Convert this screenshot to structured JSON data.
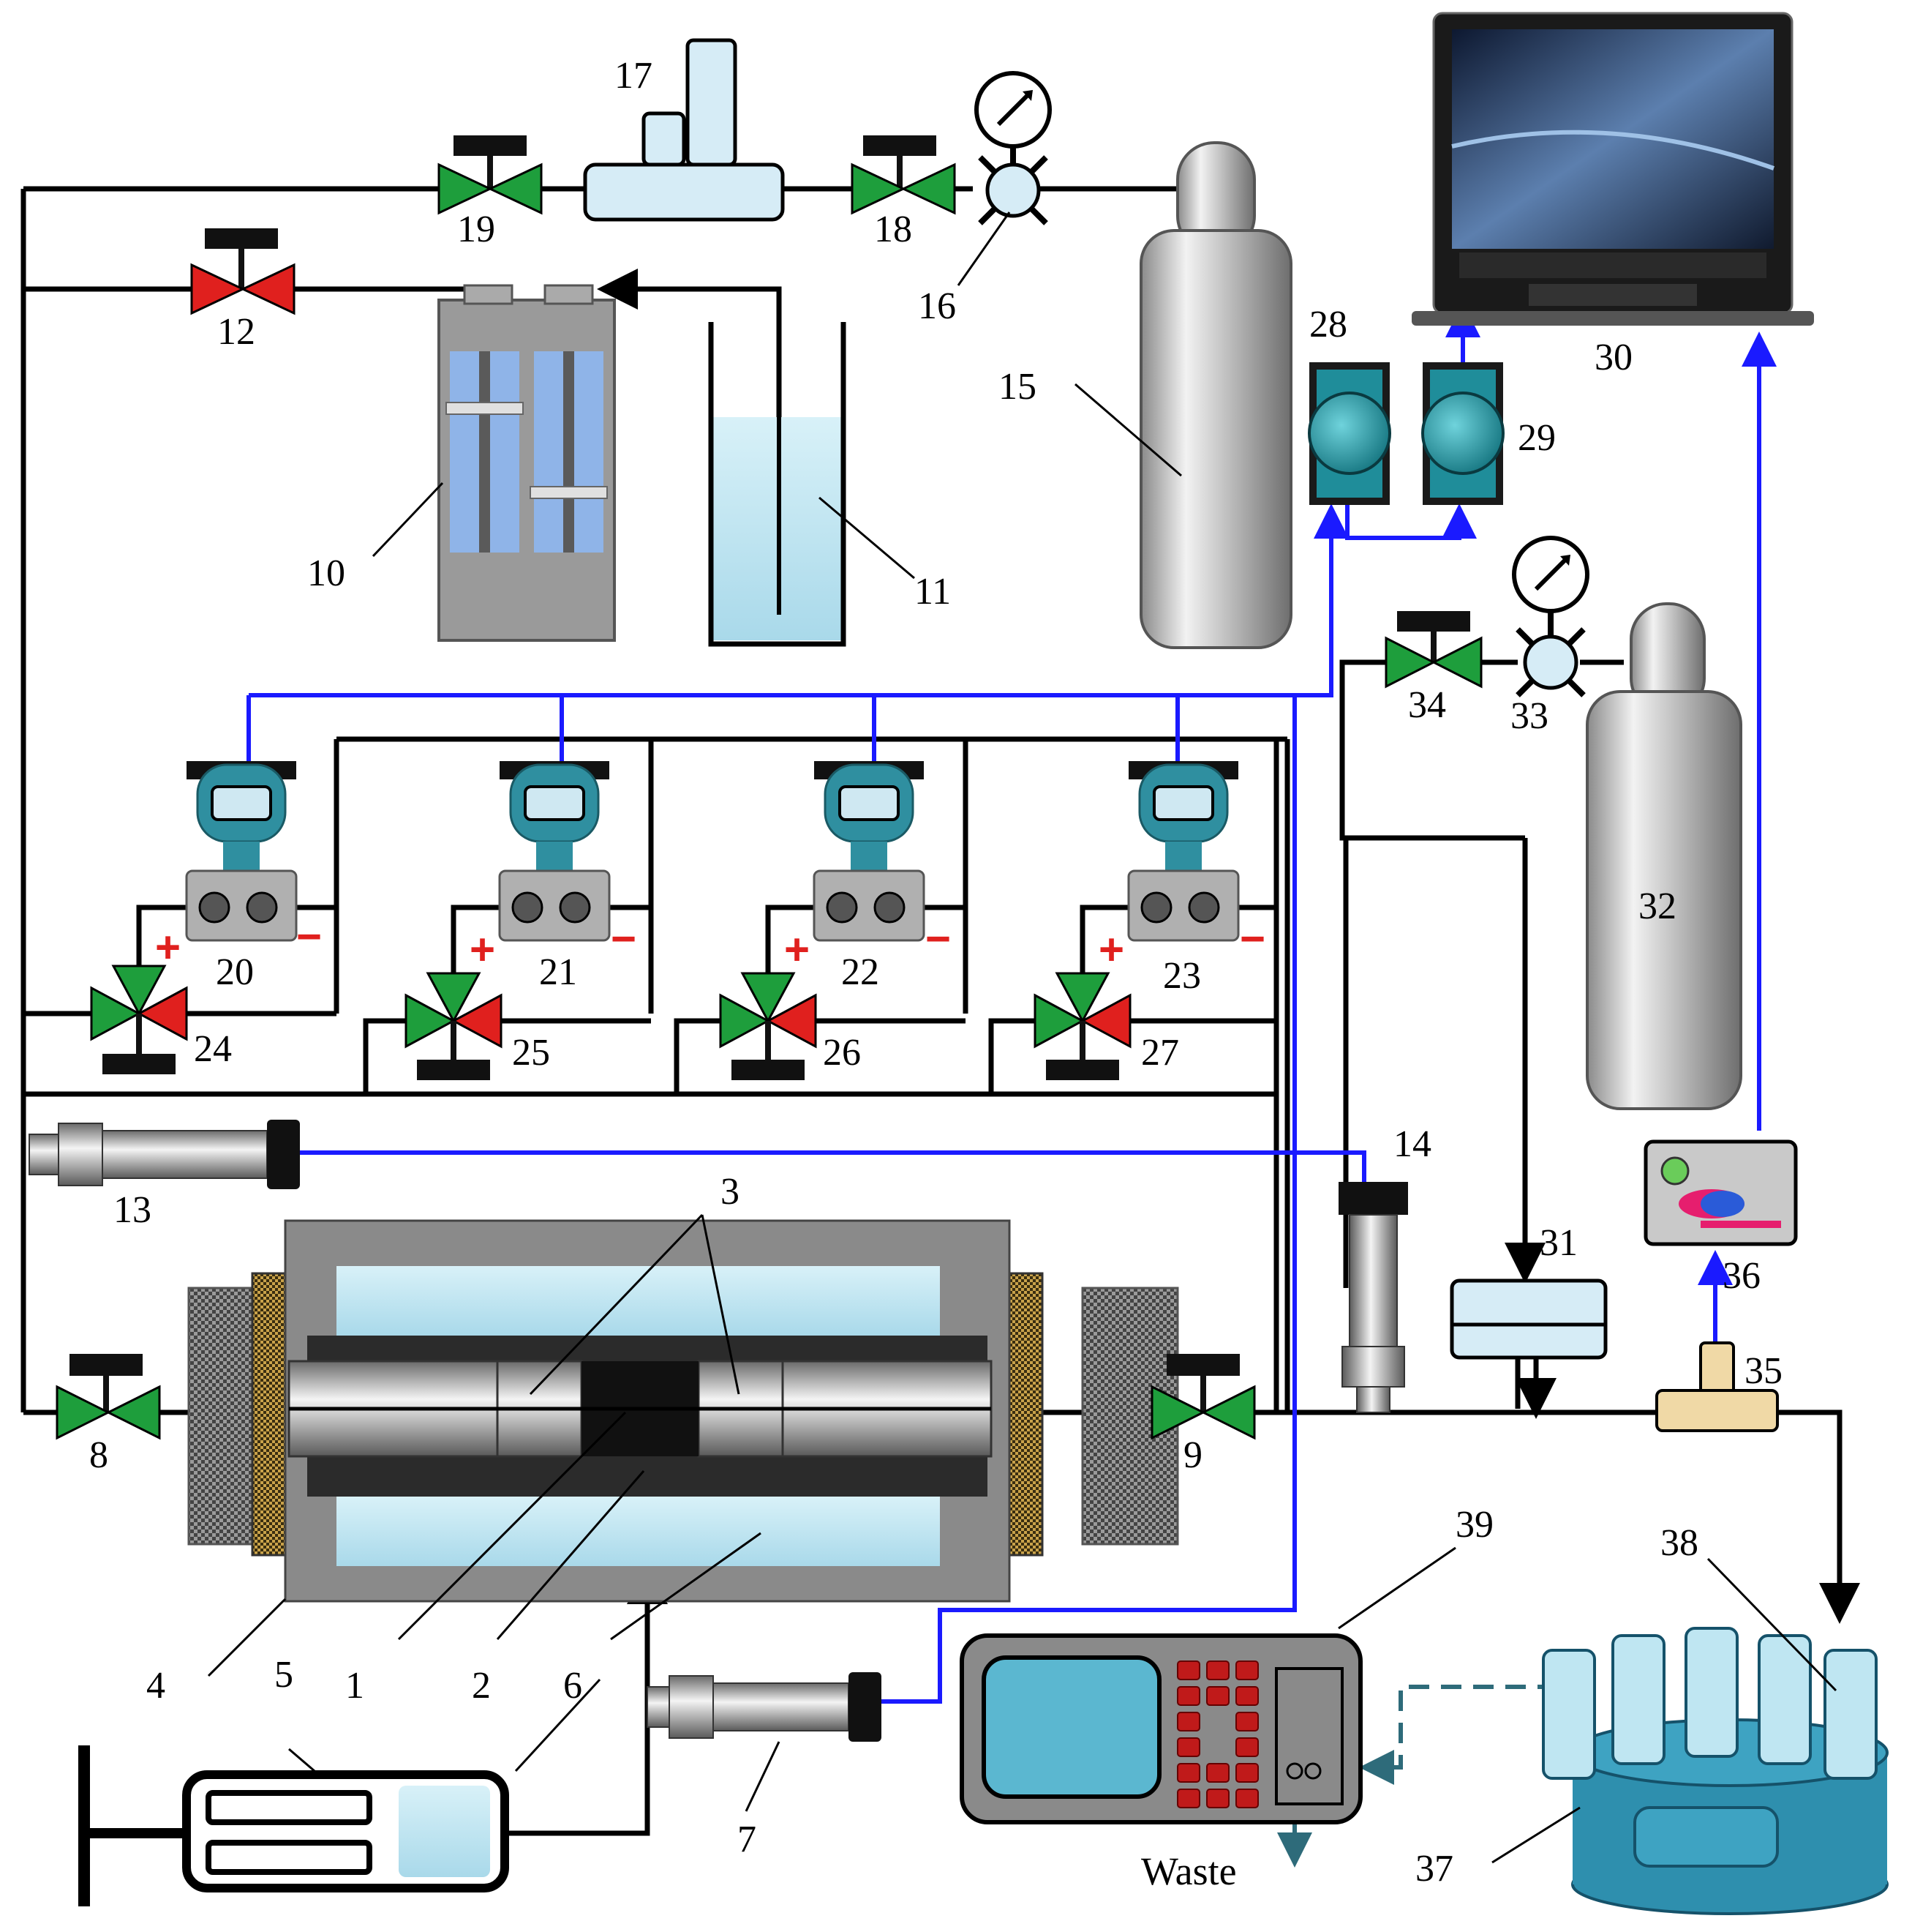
{
  "figure": {
    "labels": {
      "l1": "1",
      "l2": "2",
      "l3": "3",
      "l4": "4",
      "l5": "5",
      "l6": "6",
      "l7": "7",
      "l8": "8",
      "l9": "9",
      "l10": "10",
      "l11": "11",
      "l12": "12",
      "l13": "13",
      "l14": "14",
      "l15": "15",
      "l16": "16",
      "l17": "17",
      "l18": "18",
      "l19": "19",
      "l20": "20",
      "l21": "21",
      "l22": "22",
      "l23": "23",
      "l24": "24",
      "l25": "25",
      "l26": "26",
      "l27": "27",
      "l28": "28",
      "l29": "29",
      "l30": "30",
      "l31": "31",
      "l32": "32",
      "l33": "33",
      "l34": "34",
      "l35": "35",
      "l36": "36",
      "l37": "37",
      "l38": "38",
      "l39": "39"
    },
    "waste_label": "Waste",
    "sign_plus": "+",
    "sign_minus": "−"
  },
  "colors": {
    "pipe": "#000000",
    "signal_wire": "#1a1aff",
    "valve_green": "#1e9e3c",
    "valve_red": "#e0201e",
    "transmitter_teal": "#2f8fa0",
    "water": "#bfe6f2",
    "cylinder_gray": "#b8b8b8",
    "core_black": "#111111",
    "collector_base": "#2e8fae"
  }
}
